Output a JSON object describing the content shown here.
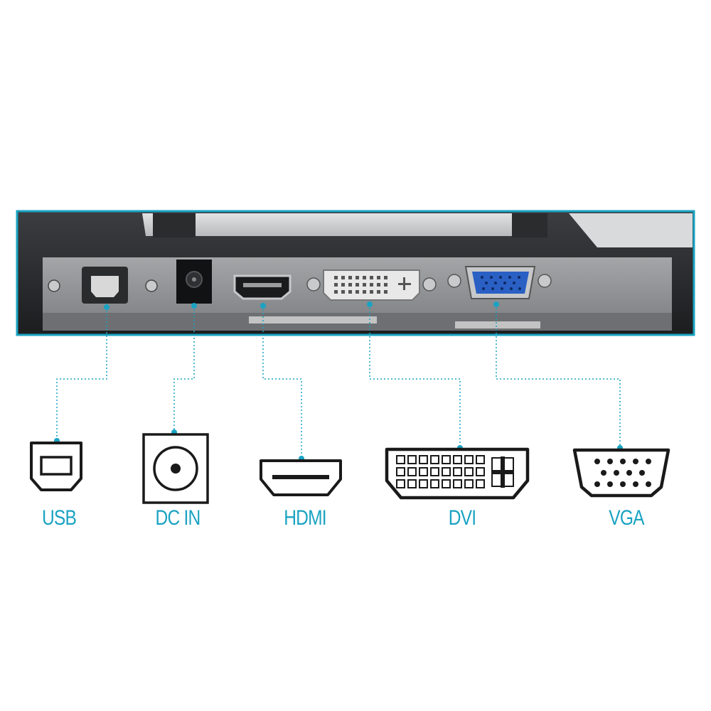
{
  "ports": [
    {
      "id": "usb",
      "label": "USB",
      "icon": "usb-b-icon"
    },
    {
      "id": "dc-in",
      "label": "DC IN",
      "icon": "dc-barrel-icon"
    },
    {
      "id": "hdmi",
      "label": "HDMI",
      "icon": "hdmi-icon"
    },
    {
      "id": "dvi",
      "label": "DVI",
      "icon": "dvi-icon"
    },
    {
      "id": "vga",
      "label": "VGA",
      "icon": "vga-icon"
    }
  ],
  "colors": {
    "accent": "#1aa3c2",
    "outline": "#1a1a1a",
    "panel_metal": "#8a8c8e",
    "vga_blue": "#2a5fc4"
  }
}
